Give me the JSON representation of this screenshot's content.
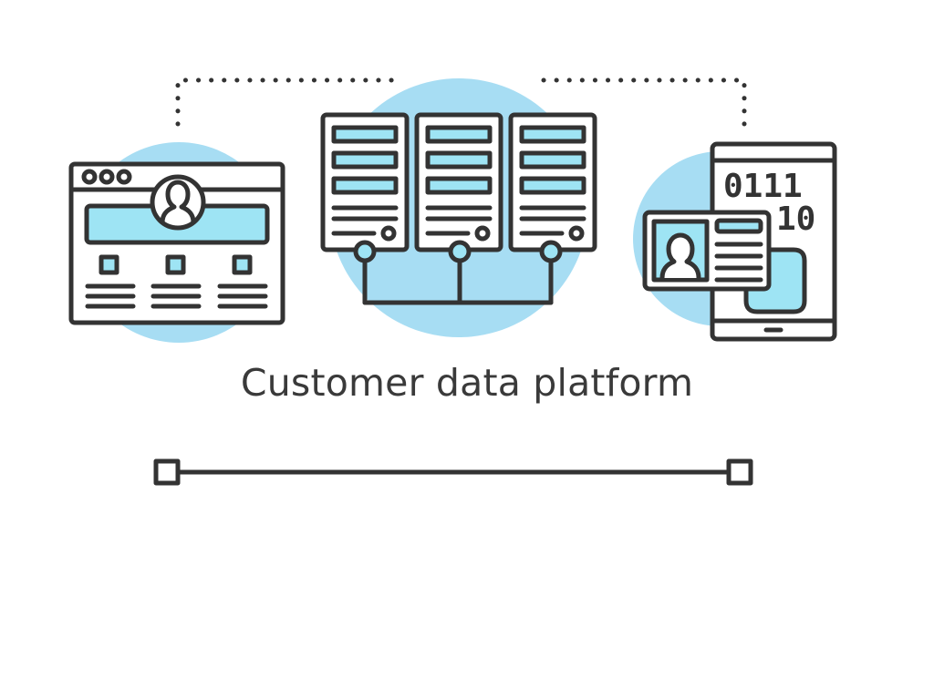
{
  "caption": "Customer data platform",
  "binary": {
    "line1": "0111",
    "line2": "10"
  },
  "colors": {
    "stroke": "#333333",
    "accent_fill": "#9ee4f4",
    "circle_fill": "#a7ddf3",
    "background": "#ffffff"
  },
  "icons": [
    "webpage-profile-icon",
    "server-rack-icon",
    "tablet-id-card-icon",
    "user-avatar-icon"
  ]
}
